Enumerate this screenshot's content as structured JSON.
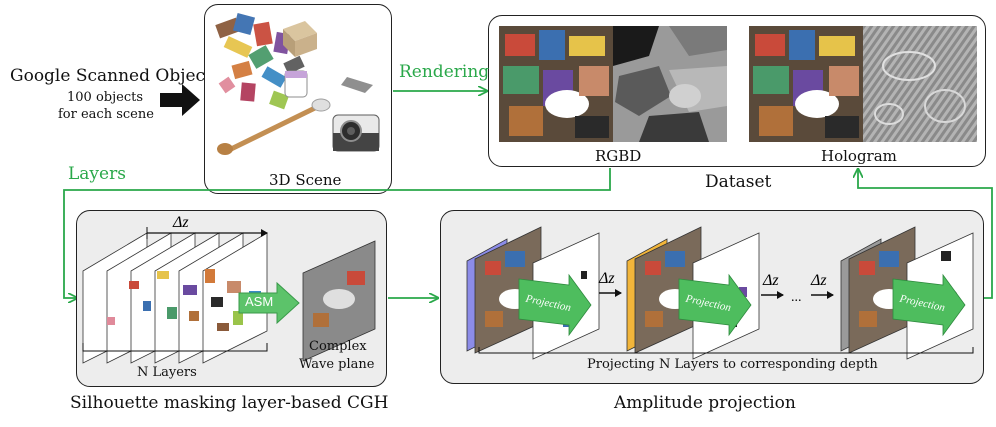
{
  "source": {
    "title": "Google Scanned Objects",
    "subtitle_line1": "100 objects",
    "subtitle_line2": "for each scene"
  },
  "scene": {
    "label": "3D Scene"
  },
  "arrows": {
    "rendering": "Rendering",
    "layers": "Layers"
  },
  "dataset": {
    "title": "Dataset",
    "rgbd_label": "RGBD",
    "hologram_label": "Hologram"
  },
  "cgh": {
    "title": "Silhouette masking layer-based CGH",
    "delta_z": "Δz",
    "n_layers": "N Layers",
    "asm": "ASM",
    "complex_line1": "Complex",
    "complex_line2": "Wave plane"
  },
  "projection": {
    "title": "Amplitude projection",
    "caption": "Projecting N Layers to corresponding depth",
    "projection_word": "Projection",
    "delta_z": "Δz",
    "ellipsis": "..."
  },
  "colors": {
    "green_accent": "#2aa84a",
    "asm_green": "#5cc36a",
    "panel_gray": "#ededed",
    "layer_blue": "#8c8ce8",
    "layer_orange": "#f2b53a"
  }
}
